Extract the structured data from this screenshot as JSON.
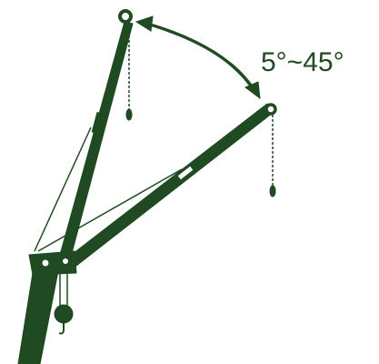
{
  "diagram": {
    "angle_range_label": "5°~45°",
    "colors": {
      "ink": "#1f4a22",
      "background": "#ffffff"
    },
    "parts": [
      "crane-mast",
      "upper-jib",
      "lower-jib",
      "jib-joint",
      "angle-arc",
      "hook"
    ]
  }
}
